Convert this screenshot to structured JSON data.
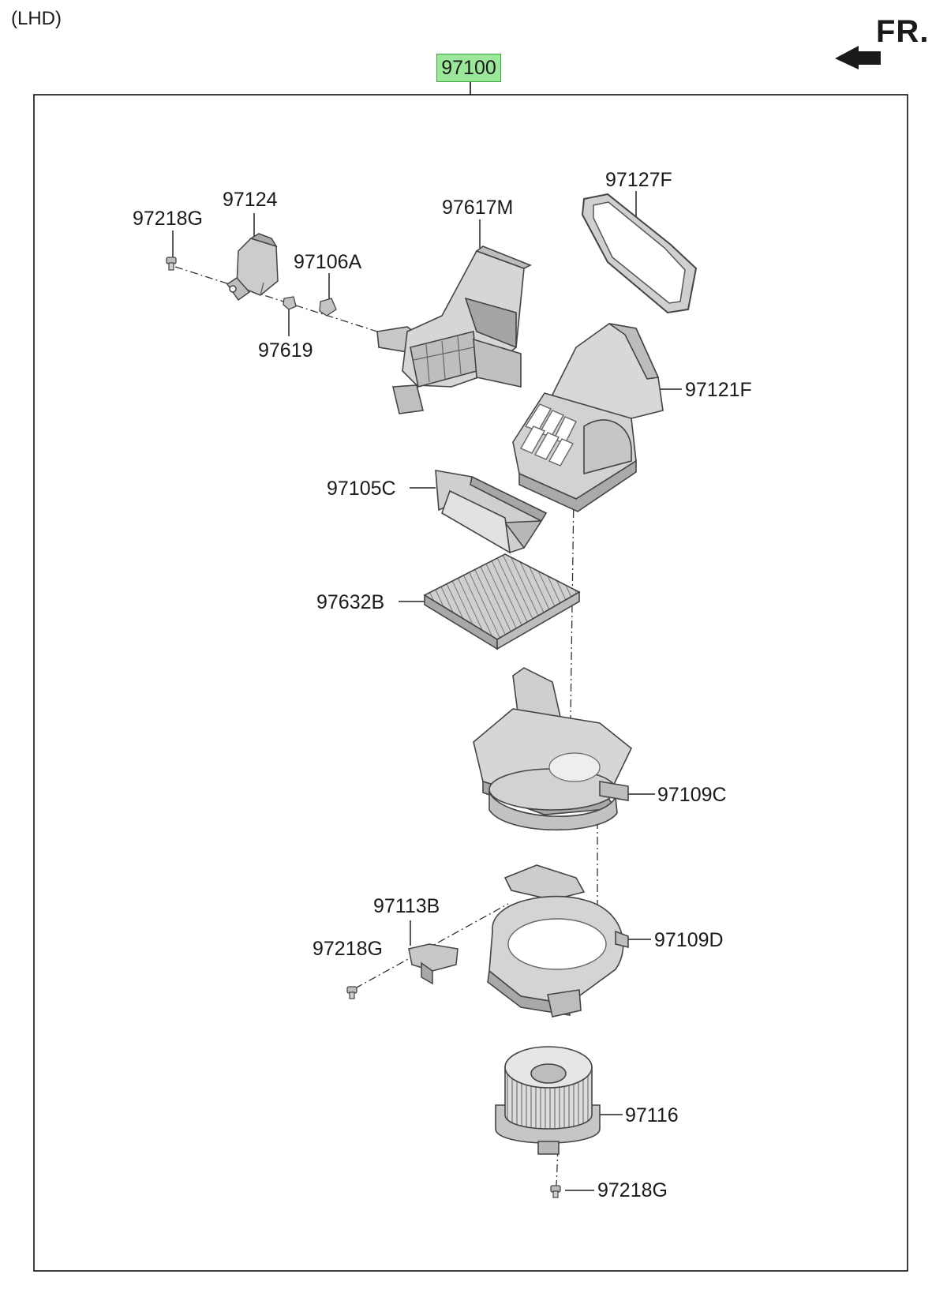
{
  "header": {
    "drive_note": "(LHD)",
    "direction_label": "FR.",
    "assembly_number": "97100"
  },
  "callouts": {
    "p97127F": "97127F",
    "p97124": "97124",
    "p97218G_top": "97218G",
    "p97617M": "97617M",
    "p97106A": "97106A",
    "p97619": "97619",
    "p97121F": "97121F",
    "p97105C": "97105C",
    "p97632B": "97632B",
    "p97109C": "97109C",
    "p97113B": "97113B",
    "p97218G_mid": "97218G",
    "p97109D": "97109D",
    "p97116": "97116",
    "p97218G_bottom": "97218G"
  },
  "colors": {
    "part_fill": "#d4d4d4",
    "part_dark": "#9c9c9c",
    "part_stroke": "#4a4a4a",
    "badge_fill": "#9be89b",
    "badge_border": "#3da83d",
    "frame": "#000000"
  },
  "icons": {
    "front_direction": "arrow-left-icon"
  }
}
